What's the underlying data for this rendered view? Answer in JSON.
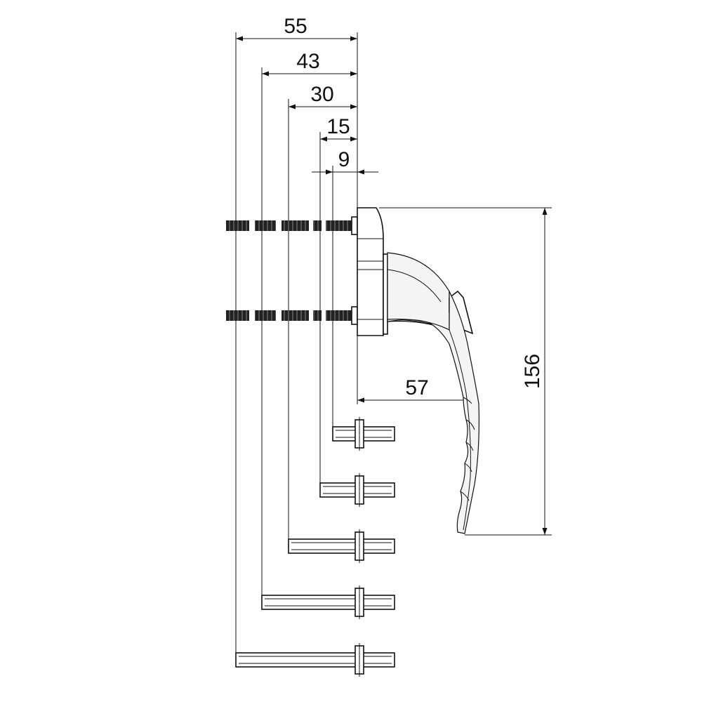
{
  "dimensions": {
    "d55": "55",
    "d43": "43",
    "d30": "30",
    "d15": "15",
    "d9": "9",
    "d57": "57",
    "d156": "156"
  }
}
